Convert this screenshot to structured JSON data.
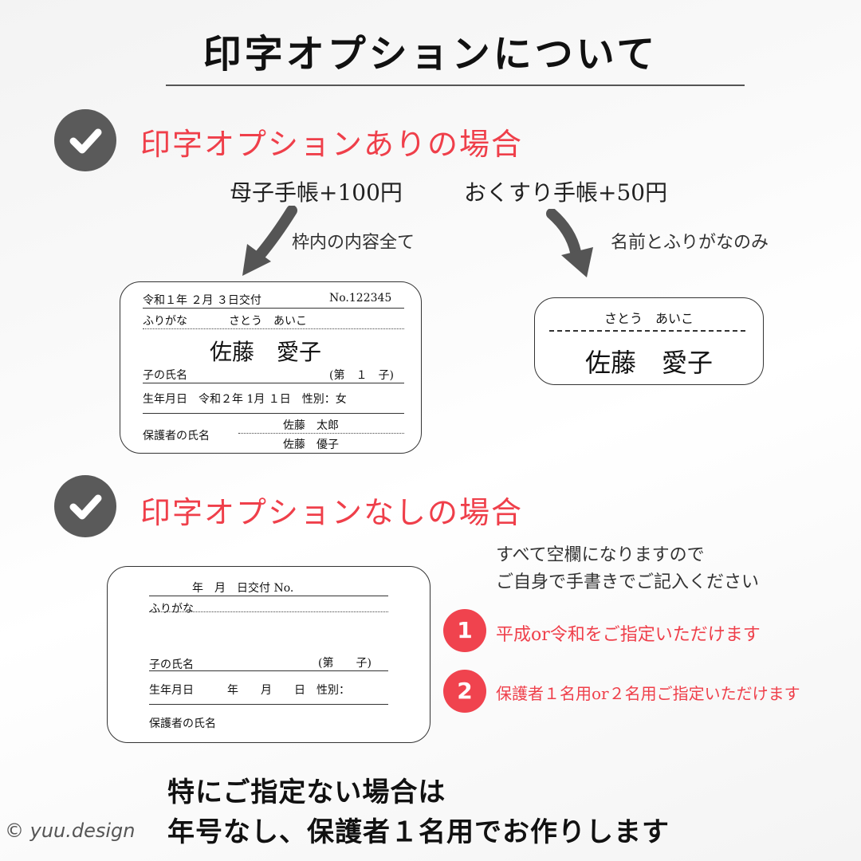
{
  "title": "印字オプションについて",
  "with_option": {
    "heading": "印字オプションありの場合",
    "maternal_price": "母子手帳+100円",
    "medicine_price": "おくすり手帳+50円",
    "maternal_note": "枠内の内容全て",
    "medicine_note": "名前とふりがなのみ",
    "maternal_card": {
      "issued": "令和１年 ２月 ３日交付",
      "number": "No.122345",
      "furigana_label": "ふりがな",
      "furigana_value": "さとう　あいこ",
      "child_name": "佐藤　愛子",
      "child_label": "子の氏名",
      "child_order": "(第　１　子)",
      "birth": "生年月日　令和２年 1月 １日　性別：女",
      "guardian_label": "保護者の氏名",
      "guardian1": "佐藤　太郎",
      "guardian2": "佐藤　優子"
    },
    "medicine_card": {
      "furigana": "さとう　あいこ",
      "name": "佐藤　愛子"
    }
  },
  "without_option": {
    "heading": "印字オプションなしの場合",
    "note_line1": "すべて空欄になりますので",
    "note_line2": "ご自身で手書きでご記入ください",
    "card": {
      "issued": "年　月　日交付 No.",
      "furigana_label": "ふりがな",
      "child_label": "子の氏名",
      "child_order": "(第　　子)",
      "birth": "生年月日　　　年　　月　　日　性別：",
      "guardian_label": "保護者の氏名"
    },
    "options": [
      {
        "num": "1",
        "text": "平成or令和をご指定いただけます"
      },
      {
        "num": "2",
        "text": "保護者１名用or２名用ご指定いただけます"
      }
    ]
  },
  "bottom": {
    "line1": "特にご指定ない場合は",
    "line2": "年号なし、保護者１名用でお作りします"
  },
  "copyright": "© yuu.design",
  "colors": {
    "accent": "#ef3f4a",
    "check_circle": "#5a5a5a"
  },
  "icons": [
    "check-icon",
    "arrow-icon"
  ]
}
